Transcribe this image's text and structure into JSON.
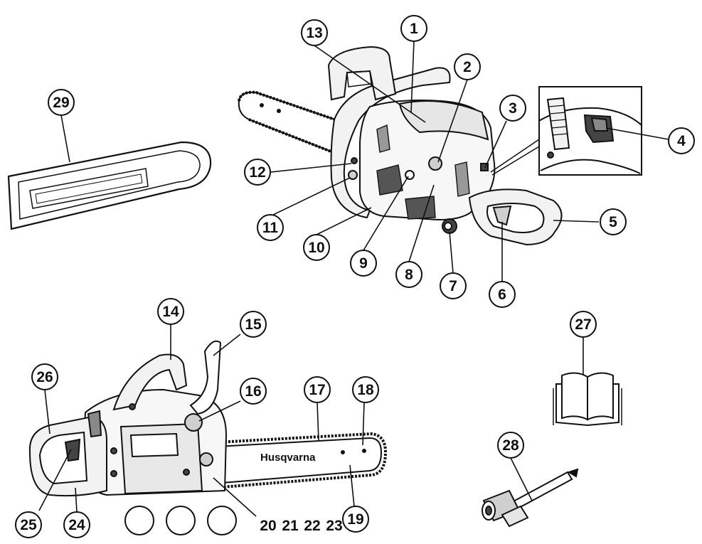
{
  "diagram": {
    "brand_text": "Husqvarna",
    "colors": {
      "line": "#111111",
      "fill_light": "#f2f2f2",
      "fill_mid": "#cfcfcf",
      "fill_dark": "#444444",
      "background": "#ffffff"
    },
    "callouts": [
      {
        "id": "c1",
        "label": "1"
      },
      {
        "id": "c2",
        "label": "2"
      },
      {
        "id": "c3",
        "label": "3"
      },
      {
        "id": "c4",
        "label": "4"
      },
      {
        "id": "c5",
        "label": "5"
      },
      {
        "id": "c6",
        "label": "6"
      },
      {
        "id": "c7",
        "label": "7"
      },
      {
        "id": "c8",
        "label": "8"
      },
      {
        "id": "c9",
        "label": "9"
      },
      {
        "id": "c10",
        "label": "10"
      },
      {
        "id": "c11",
        "label": "11"
      },
      {
        "id": "c12",
        "label": "12"
      },
      {
        "id": "c13",
        "label": "13"
      },
      {
        "id": "c14",
        "label": "14"
      },
      {
        "id": "c15",
        "label": "15"
      },
      {
        "id": "c16",
        "label": "16"
      },
      {
        "id": "c17",
        "label": "17"
      },
      {
        "id": "c18",
        "label": "18"
      },
      {
        "id": "c19",
        "label": "19"
      },
      {
        "id": "c20",
        "label": "20"
      },
      {
        "id": "c21",
        "label": "21"
      },
      {
        "id": "c22",
        "label": "22"
      },
      {
        "id": "c23",
        "label": "23"
      },
      {
        "id": "c24",
        "label": "24"
      },
      {
        "id": "c25",
        "label": "25"
      },
      {
        "id": "c26",
        "label": "26"
      },
      {
        "id": "c27",
        "label": "27"
      },
      {
        "id": "c28",
        "label": "28"
      },
      {
        "id": "c29",
        "label": "29"
      }
    ]
  }
}
